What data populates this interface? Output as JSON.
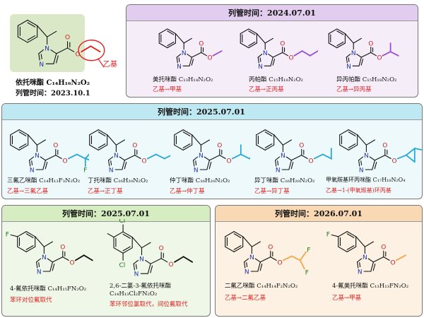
{
  "colors": {
    "purple_panel": "#f5eef9",
    "purple_header": "#e2cdef",
    "purple_hl": "#9b4fd0",
    "blue_panel": "#eef9fb",
    "blue_header": "#bfe9f2",
    "blue_hl": "#27a9d6",
    "green_panel": "#eff7e8",
    "green_header": "#d6edc1",
    "orange_panel": "#fdf1e3",
    "orange_header": "#f9d9b3",
    "orange_hl": "#f2a64a",
    "ref_bg": "#dbe8c8",
    "red": "#dd2222"
  },
  "reference": {
    "name": "依托咪酯 C₁₄H₁₆N₂O₂",
    "date": "列管时间：2023.10.1",
    "label": "乙基"
  },
  "panel2024": {
    "header": "列管时间：2024.07.01",
    "items": [
      {
        "name": "美托咪酯 C₁₃H₁₄N₂O₂",
        "change": "乙基→甲基"
      },
      {
        "name": "丙帕酯 C₁₅H₁₈N₂O₂",
        "change": "乙基→正丙基"
      },
      {
        "name": "异丙帕酯 C₁₅H₁₈N₂O₂",
        "change": "乙基→异丙基"
      }
    ]
  },
  "panel2025a": {
    "header": "列管时间：2025.07.01",
    "items": [
      {
        "name": "三氟乙咪酯 C₁₄H₁₃F₃N₂O₂",
        "change": "乙基→三氟乙基"
      },
      {
        "name": "丁托咪酯 C₁₆H₂₀N₂O₂",
        "change": "乙基→正丁基"
      },
      {
        "name": "仲丁咪酯 C₁₆H₂₀N₂O₂",
        "change": "乙基→仲丁基"
      },
      {
        "name": "异丁咪酯 C₁₆H₂₀N₂O₂",
        "change": "乙基→异丁基"
      },
      {
        "name": "甲氧羰基环丙咪酯 C₁₇H₁₈N₂O₄",
        "change": "乙基→1-(甲氧羰基)环丙基"
      }
    ]
  },
  "panel2025b": {
    "header": "列管时间：2025.07.01",
    "items": [
      {
        "name": "4-氟依托咪酯 C₁₄H₁₅FN₂O₂",
        "change": "苯环对位氟取代"
      },
      {
        "name": "2,6-二氯-3-氟依托咪酯",
        "name2": "C₁₄H₁₃Cl₂FN₂O₂",
        "change": "苯环邻位氯取代，间位氟取代"
      }
    ]
  },
  "panel2026": {
    "header": "列管时间：2026.07.01",
    "items": [
      {
        "name": "二氟乙咪酯 C₁₄H₁₄F₂N₂O₂",
        "change": "乙基→二氟乙基"
      },
      {
        "name": "4-氟美托咪酯 C₁₃H₁₃FN₂O₂",
        "change": "乙基→甲基"
      }
    ]
  },
  "atoms": {
    "N": "N",
    "O": "O",
    "F": "F",
    "Cl": "Cl"
  }
}
